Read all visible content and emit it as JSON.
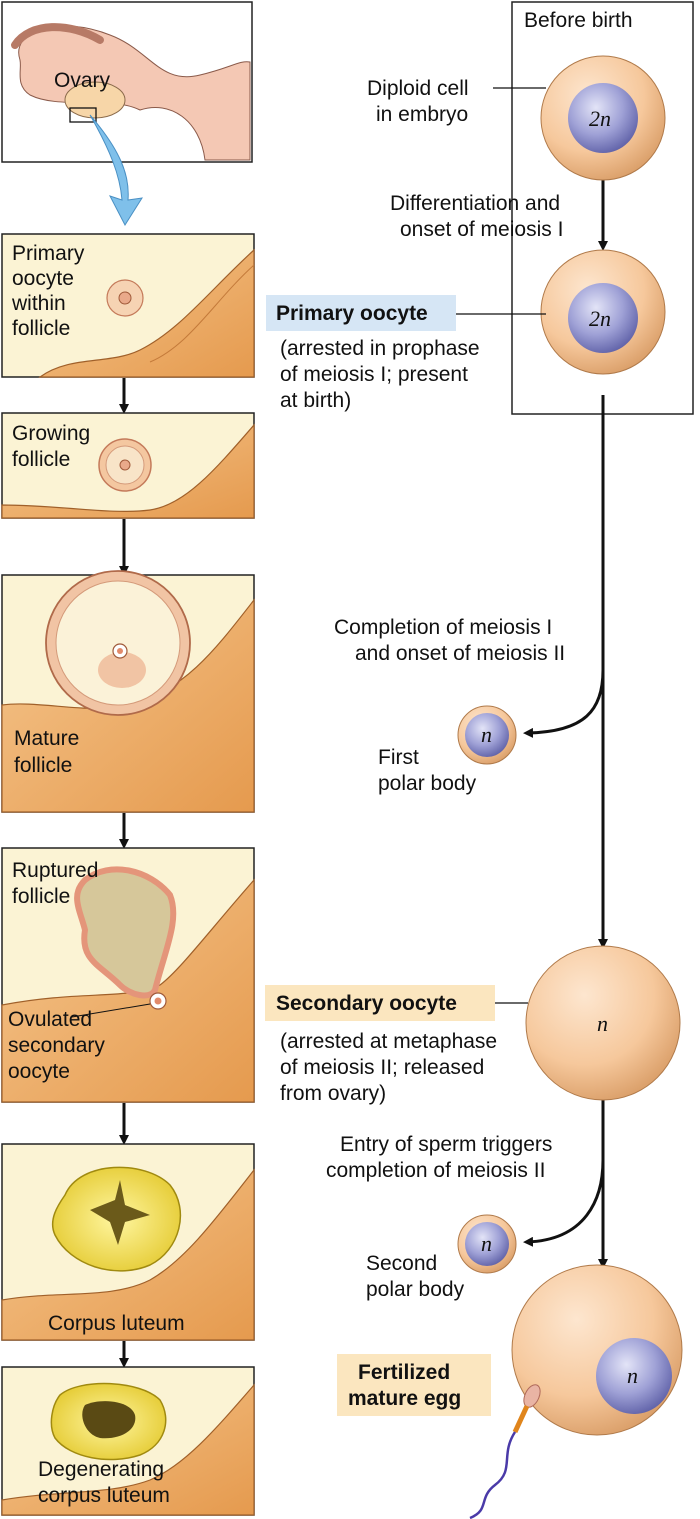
{
  "before_birth": "Before birth",
  "ovary_label": "Ovary",
  "panels": [
    {
      "lines": [
        "Primary",
        "oocyte",
        "within",
        "follicle"
      ]
    },
    {
      "lines": [
        "Growing",
        "follicle"
      ]
    },
    {
      "lines": [
        "Mature",
        "follicle"
      ]
    },
    {
      "lines": [
        "Ruptured",
        "follicle"
      ],
      "lines2": [
        "Ovulated",
        "secondary",
        "oocyte"
      ]
    },
    {
      "lines": [
        "Corpus luteum"
      ]
    },
    {
      "lines": [
        "Degenerating",
        "corpus  luteum"
      ]
    }
  ],
  "cells": {
    "diploid": {
      "label_lines": [
        "Diploid cell",
        "in embryo"
      ],
      "ploidy": "2n"
    },
    "diff_step": [
      "Differentiation and",
      "onset of meiosis I"
    ],
    "primary": {
      "title": "Primary oocyte",
      "note_lines": [
        "(arrested in prophase",
        "of meiosis I; present",
        "at birth)"
      ],
      "ploidy": "2n"
    },
    "meiosis1_step": [
      "Completion of meiosis I",
      "and onset of meiosis II"
    ],
    "first_polar": {
      "label_lines": [
        "First",
        "polar body"
      ],
      "ploidy": "n"
    },
    "secondary": {
      "title": "Secondary oocyte",
      "note_lines": [
        "(arrested at metaphase",
        "of meiosis II; released",
        "from ovary)"
      ],
      "ploidy": "n"
    },
    "sperm_step": [
      "Entry of sperm triggers",
      "completion of meiosis II"
    ],
    "second_polar": {
      "label_lines": [
        "Second",
        "polar body"
      ],
      "ploidy": "n"
    },
    "fertilized": {
      "title_lines": [
        "Fertilized",
        "mature egg"
      ],
      "ploidy": "n"
    }
  },
  "colors": {
    "cell": "#f2c59a",
    "nucleus": "#7d7fc0",
    "highlight_blue": "#d6e6f5",
    "highlight_tan": "#fbe6bf",
    "tissue": "#eda65c",
    "panel_bg": "#fbf3d4"
  }
}
